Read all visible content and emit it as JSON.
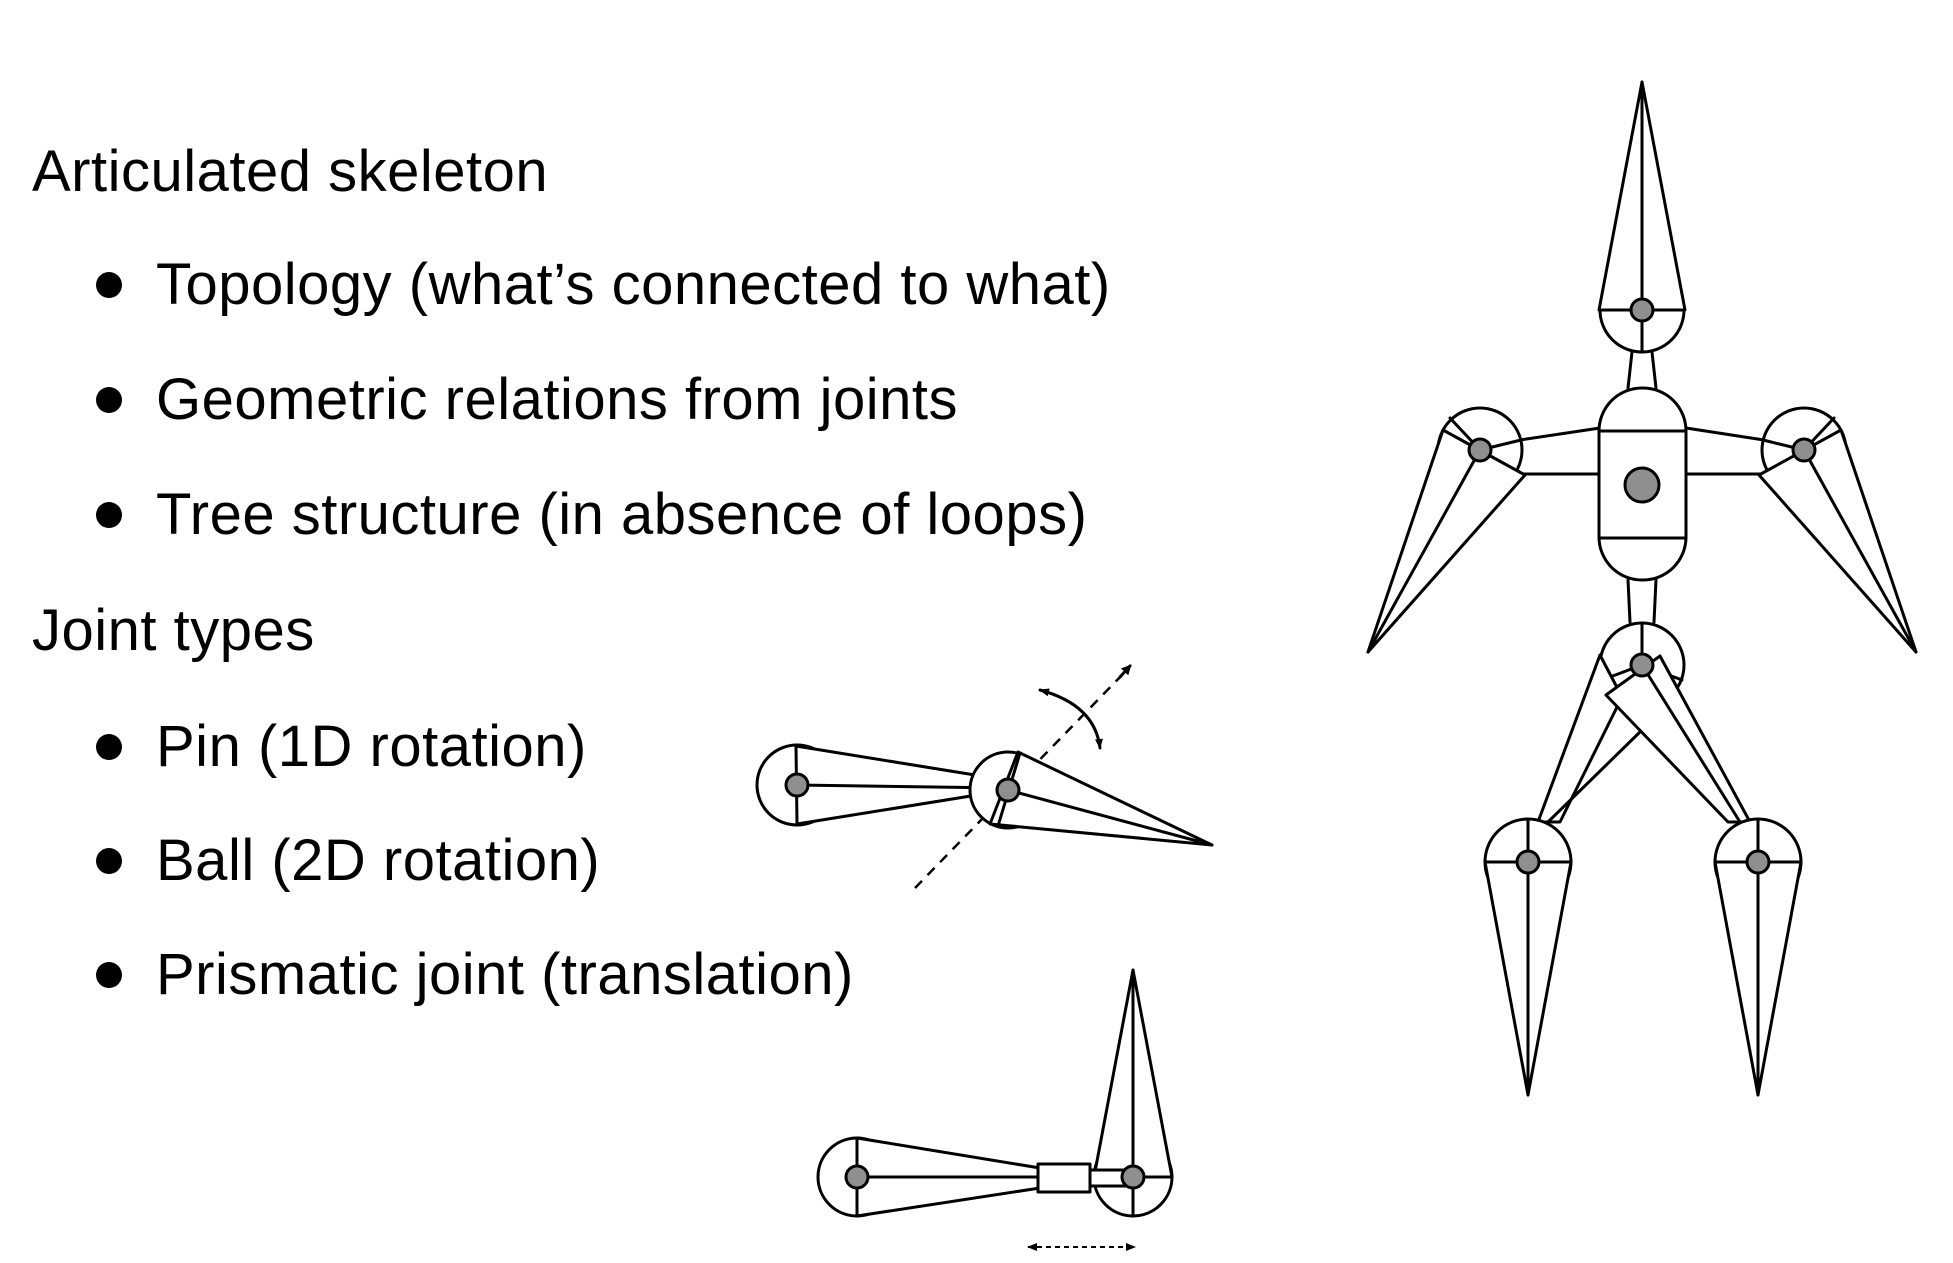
{
  "sections": [
    {
      "heading": "Articulated skeleton",
      "bullets": [
        "Topology (what’s connected to what)",
        "Geometric relations from joints",
        "Tree structure (in absence of loops)"
      ]
    },
    {
      "heading": "Joint types",
      "bullets": [
        "Pin (1D rotation)",
        "Ball (2D rotation)",
        "Prismatic joint (translation)"
      ]
    }
  ],
  "colors": {
    "background": "#ffffff",
    "ink": "#000000",
    "joint_fill": "#8f8f8f"
  }
}
